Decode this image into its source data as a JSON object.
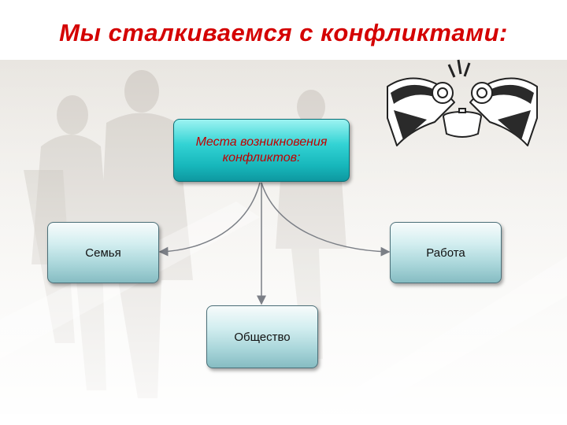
{
  "title": "Мы сталкиваемся с конфликтами:",
  "diagram": {
    "center_label": "Места возникновения конфликтов:",
    "nodes": {
      "left": "Семья",
      "right": "Работа",
      "bottom": "Общество"
    }
  },
  "colors": {
    "title": "#d40000",
    "center_fill": "#20c4c7",
    "center_text": "#c00000",
    "side_fill": "#b3dde0",
    "connector": "#7b7f86"
  },
  "decorations": [
    "business-people-photo",
    "rams-clashing-clipart"
  ]
}
